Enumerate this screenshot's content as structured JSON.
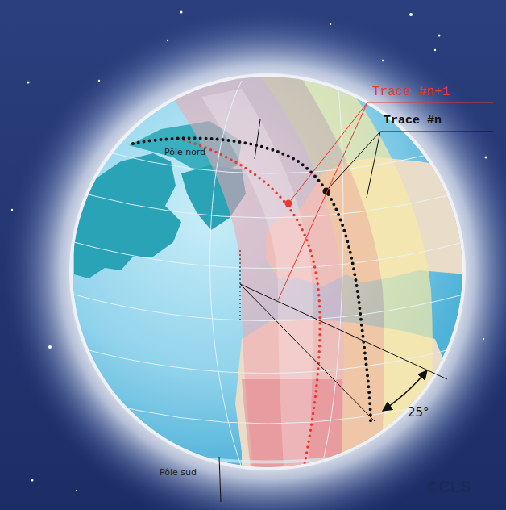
{
  "diagram": {
    "labels": [
      "Pôle nord",
      "Trace #n+1",
      "Trace #n",
      "25°",
      "Pôle sud",
      "©CLS"
    ]
  }
}
